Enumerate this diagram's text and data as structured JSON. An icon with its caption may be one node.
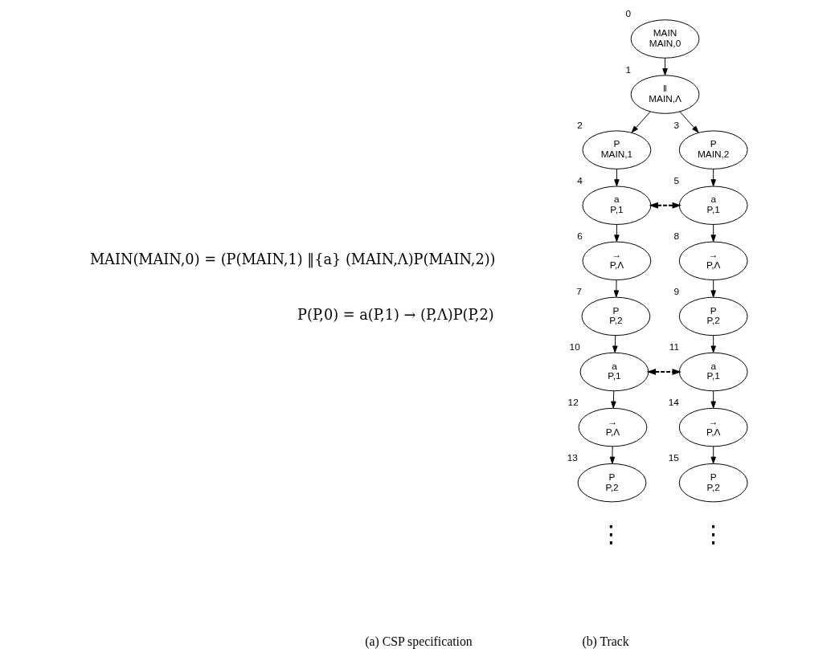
{
  "diagram": {
    "nodes": [
      {
        "text": [
          "MAIN",
          "MAIN,0"
        ],
        "beside": [
          "0"
        ]
      },
      {
        "text": [
          "‖",
          "MAIN,Λ"
        ],
        "beside": [
          "1"
        ]
      },
      {
        "text": [
          "P",
          "MAIN,1"
        ],
        "beside": [
          "2"
        ]
      },
      {
        "text": [
          "P",
          "MAIN,2"
        ],
        "beside": [
          "3"
        ]
      },
      {
        "text": [
          "a",
          "P,1"
        ],
        "beside": [
          "4"
        ]
      },
      {
        "text": [
          "a",
          "P,1"
        ],
        "beside": [
          "5"
        ]
      },
      {
        "text": [
          "→",
          "P,Λ"
        ],
        "beside": [
          "6"
        ]
      },
      {
        "text": [
          "P",
          "P,2"
        ],
        "beside": [
          "7"
        ]
      },
      {
        "text": [
          "→",
          "P,Λ"
        ],
        "beside": [
          "8"
        ]
      },
      {
        "text": [
          "P",
          "P,2"
        ],
        "beside": [
          "9"
        ]
      },
      {
        "text": [
          "a",
          "P,1"
        ],
        "beside": [
          "10"
        ]
      },
      {
        "text": [
          "a",
          "P,1"
        ],
        "beside": [
          "11"
        ]
      },
      {
        "text": [
          "→",
          "P,Λ"
        ],
        "beside": [
          "12"
        ]
      },
      {
        "text": [
          "P",
          "P,2"
        ],
        "beside": [
          "13"
        ]
      },
      {
        "text": [
          "→",
          "P,Λ"
        ],
        "beside": [
          "14"
        ]
      },
      {
        "text": [
          "P",
          "P,2"
        ],
        "beside": [
          "15"
        ]
      }
    ],
    "edges": [
      {
        "from": 0,
        "to": 1,
        "arrow": "to"
      },
      {
        "from": 1,
        "to": 2,
        "arrow": "to"
      },
      {
        "from": 1,
        "to": 3,
        "arrow": "to"
      },
      {
        "from": 2,
        "to": 4,
        "arrow": "to"
      },
      {
        "from": 3,
        "to": 5,
        "arrow": "to"
      },
      {
        "from": 4,
        "to": 5,
        "arrow": "both",
        "style": "dashed"
      },
      {
        "from": 4,
        "to": 6,
        "arrow": "to"
      },
      {
        "from": 5,
        "to": 8,
        "arrow": "to"
      },
      {
        "from": 6,
        "to": 7,
        "arrow": "to"
      },
      {
        "from": 8,
        "to": 9,
        "arrow": "to"
      },
      {
        "from": 7,
        "to": 10,
        "arrow": "to"
      },
      {
        "from": 9,
        "to": 11,
        "arrow": "to"
      },
      {
        "from": 10,
        "to": 11,
        "arrow": "both",
        "style": "dashed"
      },
      {
        "from": 10,
        "to": 12,
        "arrow": "to"
      },
      {
        "from": 11,
        "to": 14,
        "arrow": "to"
      },
      {
        "from": 12,
        "to": 13,
        "arrow": "to"
      },
      {
        "from": 14,
        "to": 15,
        "arrow": "to"
      }
    ],
    "labels": [
      "MAIN(MAIN,0) = (P(MAIN,1) ‖{a} (MAIN,Λ)P(MAIN,2))",
      "P(P,0) = a(P,1) → (P,Λ)P(P,2)",
      "⋮",
      "⋮",
      "(a) CSP specification",
      "(b) Track"
    ]
  }
}
